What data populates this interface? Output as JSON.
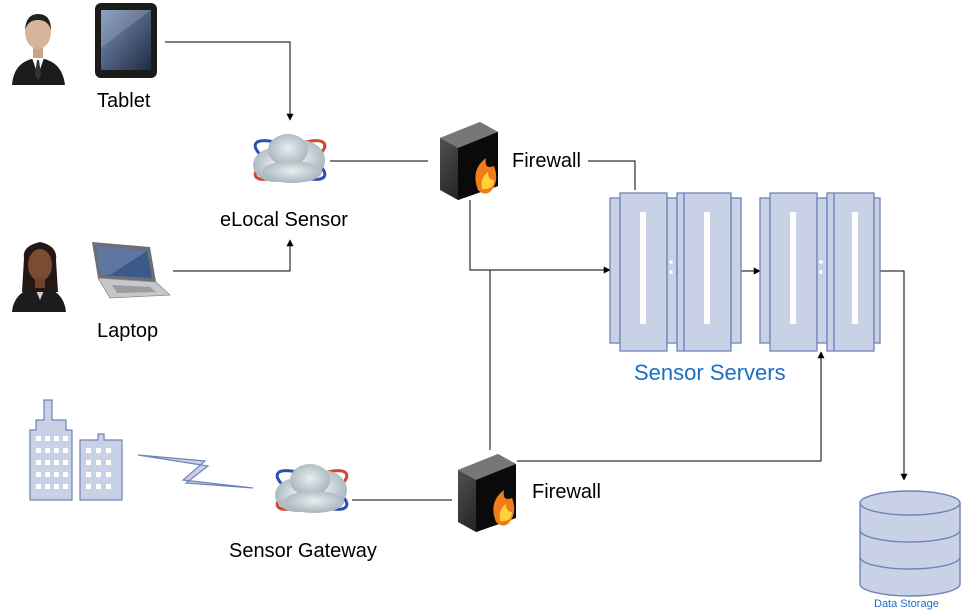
{
  "labels": {
    "tablet": "Tablet",
    "laptop": "Laptop",
    "elocal_sensor": "eLocal Sensor",
    "firewall_top": "Firewall",
    "firewall_bottom": "Firewall",
    "sensor_servers": "Sensor Servers",
    "sensor_gateway": "Sensor Gateway",
    "data_storage": "Data Storage"
  },
  "colors": {
    "server_fill": "#c9d1e6",
    "server_stroke": "#6f83b8",
    "building_fill": "#c9d1e6",
    "label_blue": "#1a6fc4",
    "connector": "#000000"
  }
}
